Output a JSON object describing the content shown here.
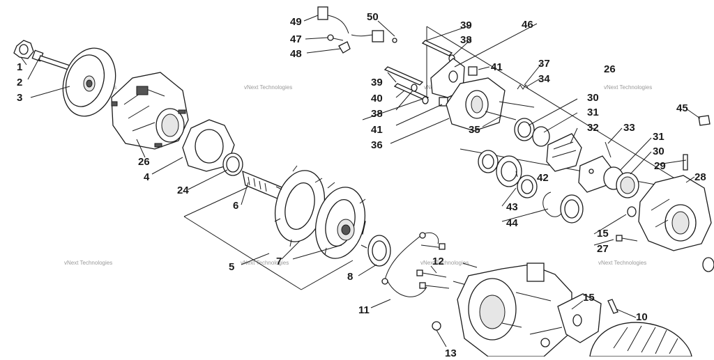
{
  "watermark": "vNext Technologies",
  "callouts": {
    "c1": "1",
    "c2": "2",
    "c3": "3",
    "c26a": "26",
    "c4": "4",
    "c24": "24",
    "c6": "6",
    "c5": "5",
    "c7": "7",
    "c8": "8",
    "c11": "11",
    "c12": "12",
    "c13": "13",
    "c10": "10",
    "c15a": "15",
    "c49": "49",
    "c47": "47",
    "c48": "48",
    "c50": "50",
    "c39a": "39",
    "c38a": "38",
    "c46": "46",
    "c41a": "41",
    "c37": "37",
    "c34": "34",
    "c39b": "39",
    "c40": "40",
    "c38b": "38",
    "c41b": "41",
    "c36": "36",
    "c35": "35",
    "c26b": "26",
    "c30a": "30",
    "c31a": "31",
    "c32": "32",
    "c33": "33",
    "c31b": "31",
    "c30b": "30",
    "c29": "29",
    "c28": "28",
    "c45": "45",
    "c42": "42",
    "c43": "43",
    "c44": "44",
    "c15b": "15",
    "c27": "27"
  }
}
